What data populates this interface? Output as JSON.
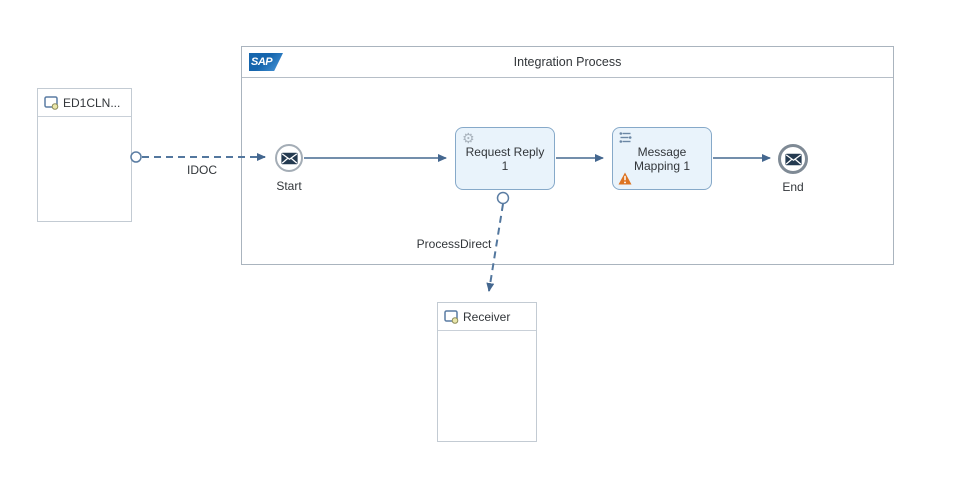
{
  "diagram": {
    "sender": {
      "name": "ED1CLN..."
    },
    "receiver": {
      "name": "Receiver"
    },
    "process": {
      "title": "Integration Process",
      "logo_text": "SAP"
    },
    "nodes": {
      "start": {
        "label": "Start"
      },
      "request_reply": {
        "label": "Request Reply 1"
      },
      "message_mapping": {
        "label": "Message Mapping 1"
      },
      "end": {
        "label": "End"
      }
    },
    "connections": {
      "idoc": {
        "label": "IDOC"
      },
      "process_direct": {
        "label": "ProcessDirect"
      }
    },
    "colors": {
      "activity_fill": "#e9f3fb",
      "activity_border": "#86a9c9",
      "line": "#45698f",
      "connector_port": "#5b7da3",
      "warning": "#dd7321",
      "envelope": "#243a50",
      "sap_blue": "#1565ad",
      "participant_border": "#c3cbd3",
      "pool_border": "#aab4be"
    }
  }
}
